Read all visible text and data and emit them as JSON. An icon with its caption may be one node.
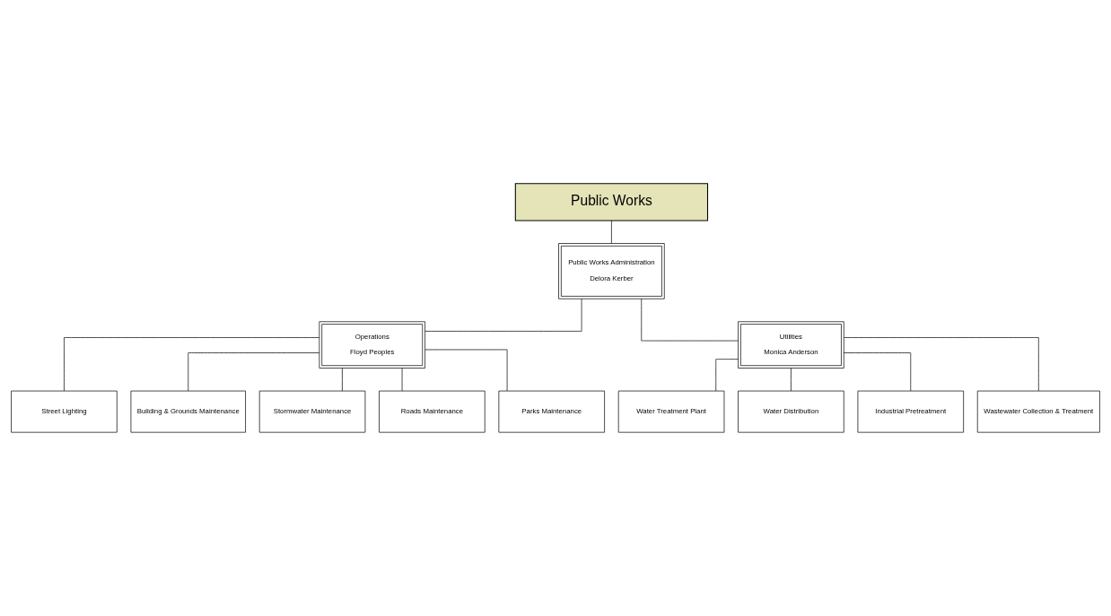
{
  "diagram": {
    "nodes": [
      {
        "text": [
          "Public Works"
        ]
      },
      {
        "text": [
          "Public Works Administration",
          "Delora Kerber"
        ]
      },
      {
        "text": [
          "Operations",
          "Floyd Peoples"
        ]
      },
      {
        "text": [
          "Utilities",
          "Monica Anderson"
        ]
      },
      {
        "text": [
          "Street Lighting"
        ]
      },
      {
        "text": [
          "Building & Grounds Maintenance"
        ]
      },
      {
        "text": [
          "Stormwater Maintenance"
        ]
      },
      {
        "text": [
          "Roads Maintenance"
        ]
      },
      {
        "text": [
          "Parks Maintenance"
        ]
      },
      {
        "text": [
          "Water Treatment Plant"
        ]
      },
      {
        "text": [
          "Water Distribution"
        ]
      },
      {
        "text": [
          "Industrial Pretreatment"
        ]
      },
      {
        "text": [
          "Wastewater Collection & Treatment"
        ]
      }
    ],
    "edges": [
      {
        "from": 0,
        "to": 1,
        "arrow": "none"
      },
      {
        "from": 1,
        "to": 2,
        "arrow": "none"
      },
      {
        "from": 1,
        "to": 3,
        "arrow": "none"
      },
      {
        "from": 2,
        "to": 4,
        "arrow": "none"
      },
      {
        "from": 2,
        "to": 5,
        "arrow": "none"
      },
      {
        "from": 2,
        "to": 6,
        "arrow": "none"
      },
      {
        "from": 2,
        "to": 7,
        "arrow": "none"
      },
      {
        "from": 2,
        "to": 8,
        "arrow": "none"
      },
      {
        "from": 3,
        "to": 9,
        "arrow": "none"
      },
      {
        "from": 3,
        "to": 10,
        "arrow": "none"
      },
      {
        "from": 3,
        "to": 11,
        "arrow": "none"
      },
      {
        "from": 3,
        "to": 12,
        "arrow": "none"
      }
    ]
  }
}
